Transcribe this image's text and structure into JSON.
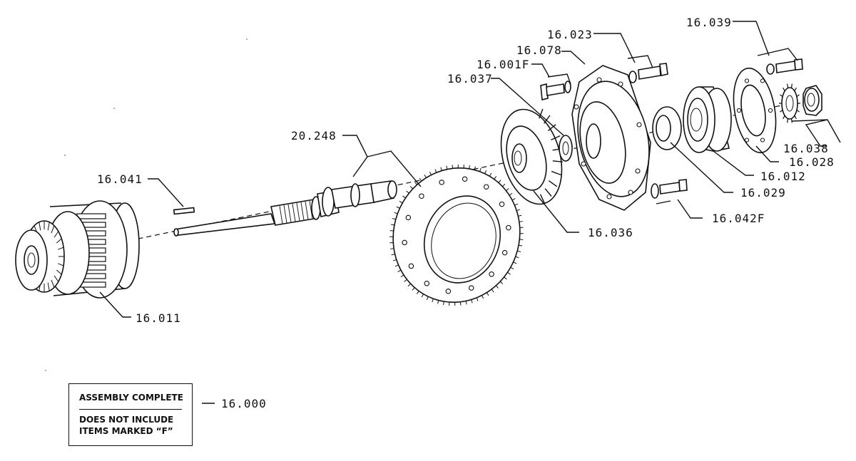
{
  "labels": {
    "p16_039": "16.039",
    "p16_023": "16.023",
    "p16_078": "16.078",
    "p16_001F": "16.001F",
    "p16_037": "16.037",
    "p20_248": "20.248",
    "p16_041": "16.041",
    "p16_011": "16.011",
    "p16_036": "16.036",
    "p16_042F": "16.042F",
    "p16_029": "16.029",
    "p16_012": "16.012",
    "p16_028": "16.028",
    "p16_038": "16.038",
    "p16_000": "16.000"
  },
  "note": {
    "title": "ASSEMBLY COMPLETE",
    "line1": "DOES NOT INCLUDE",
    "line2": "ITEMS MARKED “F”"
  }
}
